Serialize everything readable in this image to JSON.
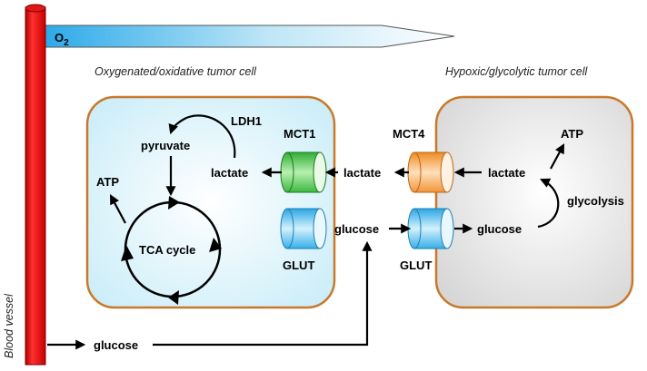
{
  "oxygen": {
    "label": "O",
    "subscript": "2"
  },
  "blood_vessel": {
    "label": "Blood vessel"
  },
  "left_cell": {
    "title": "Oxygenated/oxidative tumor cell",
    "ldh": "LDH1",
    "pyruvate": "pyruvate",
    "lactate": "lactate",
    "atp": "ATP",
    "tca": "TCA cycle",
    "fill": "#d4f1fb",
    "border": "#c9782a"
  },
  "right_cell": {
    "title": "Hypoxic/glycolytic tumor cell",
    "atp": "ATP",
    "lactate": "lactate",
    "glycolysis": "glycolysis",
    "glucose": "glucose",
    "fill": "#e2e2e2",
    "border": "#c9782a"
  },
  "transporters": {
    "mct1": "MCT1",
    "mct4": "MCT4",
    "glut_left": "GLUT",
    "glut_right": "GLUT",
    "mct1_color": "#47c24a",
    "mct4_color": "#f5a04a",
    "glut_color": "#48b8ee"
  },
  "extracellular": {
    "lactate": "lactate",
    "glucose_middle": "glucose",
    "glucose_bottom": "glucose"
  }
}
